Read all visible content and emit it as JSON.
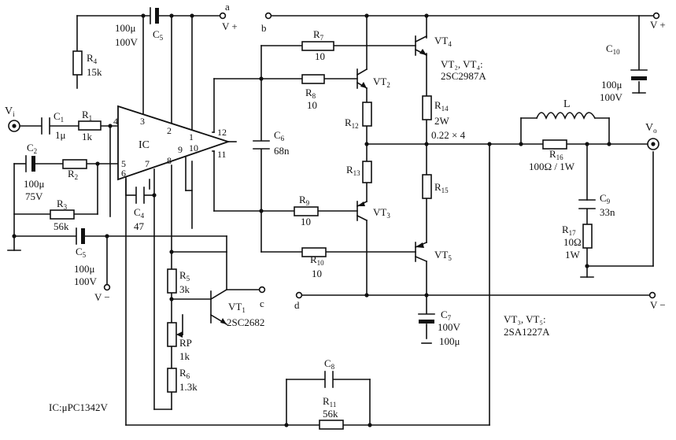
{
  "terminals": {
    "vin": "V",
    "vin_sub": "i",
    "a": "a",
    "vplus_a": "V +",
    "b": "b",
    "vplus_right": "V +",
    "c": "c",
    "d": "d",
    "vminus_left": "V −",
    "vminus_right": "V −",
    "vout": "V",
    "vout_sub": "o"
  },
  "ic": {
    "label": "IC",
    "part": "IC:μPC1342V",
    "pins": [
      "1",
      "2",
      "3",
      "4",
      "5",
      "6",
      "7",
      "8",
      "9",
      "10",
      "11",
      "12"
    ]
  },
  "components": {
    "C1": {
      "name": "C",
      "sub": "1",
      "value": "1μ"
    },
    "R1": {
      "name": "R",
      "sub": "1",
      "value": "1k"
    },
    "C2": {
      "name": "C",
      "sub": "2",
      "value1": "100μ",
      "value2": "75V"
    },
    "R2": {
      "name": "R",
      "sub": "2"
    },
    "R3": {
      "name": "R",
      "sub": "3",
      "value": "56k"
    },
    "R4": {
      "name": "R",
      "sub": "4",
      "value": "15k"
    },
    "C5top": {
      "name": "C",
      "sub": "5",
      "value1": "100μ",
      "value2": "100V"
    },
    "C5bot": {
      "name": "C",
      "sub": "5",
      "value1": "100μ",
      "value2": "100V"
    },
    "C4": {
      "name": "C",
      "sub": "4",
      "value": "47"
    },
    "C6": {
      "name": "C",
      "sub": "6",
      "value": "68n"
    },
    "R5": {
      "name": "R",
      "sub": "5",
      "value": "3k"
    },
    "RP": {
      "name": "RP",
      "value": "1k"
    },
    "R6": {
      "name": "R",
      "sub": "6",
      "value": "1.3k"
    },
    "VT1": {
      "name": "VT",
      "sub": "1",
      "part": "2SC2682"
    },
    "R7": {
      "name": "R",
      "sub": "7",
      "value": "10"
    },
    "R8": {
      "name": "R",
      "sub": "8",
      "value": "10"
    },
    "R9": {
      "name": "R",
      "sub": "9",
      "value": "10"
    },
    "R10": {
      "name": "R",
      "sub": "10",
      "value": "10"
    },
    "R11": {
      "name": "R",
      "sub": "11",
      "value": "56k"
    },
    "C8": {
      "name": "C",
      "sub": "8"
    },
    "VT2": {
      "name": "VT",
      "sub": "2"
    },
    "VT3": {
      "name": "VT",
      "sub": "3"
    },
    "VT4": {
      "name": "VT",
      "sub": "4"
    },
    "VT5": {
      "name": "VT",
      "sub": "5"
    },
    "R12": {
      "name": "R",
      "sub": "12"
    },
    "R13": {
      "name": "R",
      "sub": "13"
    },
    "R14": {
      "name": "R",
      "sub": "14",
      "value1": "2W",
      "value2": "0.22 × 4"
    },
    "R15": {
      "name": "R",
      "sub": "15"
    },
    "C7": {
      "name": "C",
      "sub": "7",
      "value1": "100V",
      "value2": "100μ"
    },
    "C10": {
      "name": "C",
      "sub": "10",
      "value1": "100μ",
      "value2": "100V"
    },
    "L": {
      "name": "L"
    },
    "R16": {
      "name": "R",
      "sub": "16",
      "value": "100Ω / 1W"
    },
    "C9": {
      "name": "C",
      "sub": "9",
      "value": "33n"
    },
    "R17": {
      "name": "R",
      "sub": "17",
      "value1": "10Ω",
      "value2": "1W"
    }
  },
  "notes": {
    "vt24": "VT₂, VT₄:",
    "vt24_part": "2SC2987A",
    "vt35": "VT₃, VT₅:",
    "vt35_part": "2SA1227A"
  }
}
